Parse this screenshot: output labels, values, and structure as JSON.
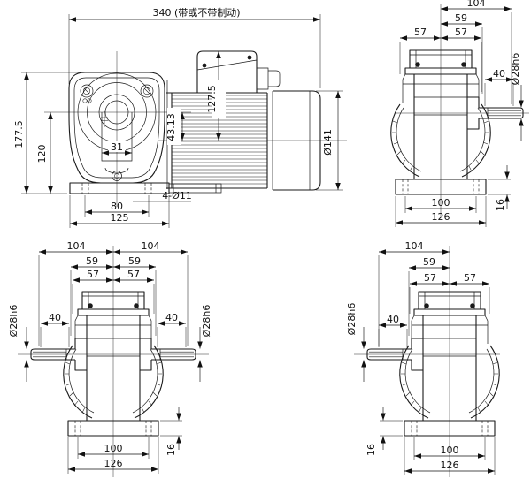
{
  "drawing": {
    "background": "#ffffff",
    "ink": "#1a1a1a",
    "front": {
      "overall_length": "340 (带或不带制动)",
      "overall_height": "177.5",
      "axis_height": "120",
      "hub_width": "31",
      "foot_hole_pitch": "80",
      "foot_length": "125",
      "foot_holes": "4-Ø11",
      "box_height": "127.5",
      "axis_offset": "43.13",
      "motor_dia": "Ø141"
    },
    "right_shaft": {
      "overall_half": "104",
      "flange_half": "59",
      "left_half": "57",
      "right_half": "57",
      "shaft_len": "40",
      "shaft_dia": "Ø28h6",
      "foot_pitch": "100",
      "foot_width": "126",
      "foot_thk": "16"
    },
    "double_shaft": {
      "left_half": "104",
      "right_half": "104",
      "flange_left": "59",
      "flange_right": "59",
      "body_left": "57",
      "body_right": "57",
      "shaft_len_left": "40",
      "shaft_len_right": "40",
      "shaft_dia_left": "Ø28h6",
      "shaft_dia_right": "Ø28h6",
      "foot_pitch": "100",
      "foot_width": "126",
      "foot_thk": "16"
    },
    "left_shaft": {
      "overall_half": "104",
      "flange_half": "59",
      "left_half": "57",
      "right_half": "57",
      "shaft_len": "40",
      "shaft_dia": "Ø28h6",
      "foot_pitch": "100",
      "foot_width": "126",
      "foot_thk": "16"
    }
  }
}
